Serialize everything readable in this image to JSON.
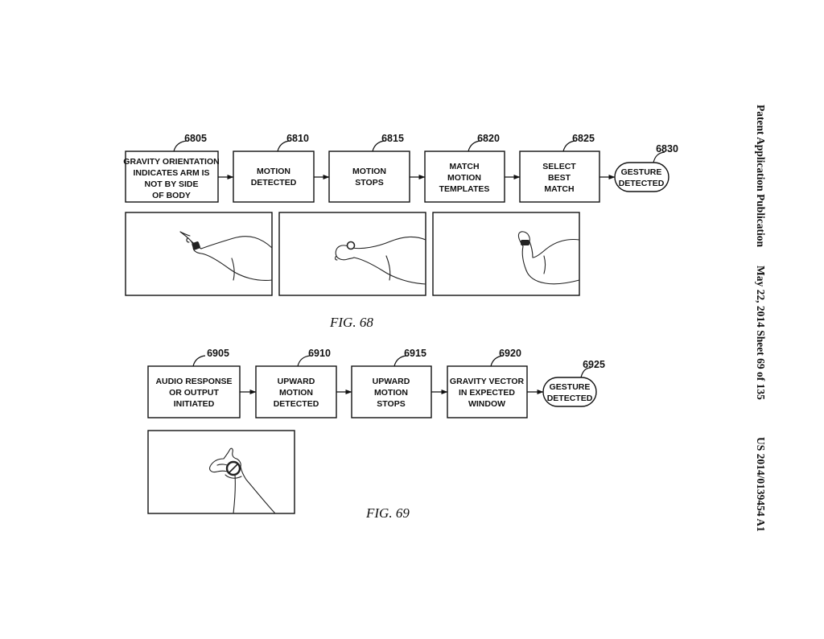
{
  "header": {
    "publication": "Patent Application Publication",
    "sheet": "May 22, 2014  Sheet 69 of 135",
    "number": "US 2014/0139454 A1"
  },
  "fig68": {
    "caption": "FIG.  68",
    "steps": [
      {
        "ref": "6805",
        "lines": [
          "GRAVITY ORIENTATION",
          "INDICATES ARM IS",
          "NOT BY SIDE",
          "OF BODY"
        ]
      },
      {
        "ref": "6810",
        "lines": [
          "MOTION",
          "DETECTED"
        ]
      },
      {
        "ref": "6815",
        "lines": [
          "MOTION",
          "STOPS"
        ]
      },
      {
        "ref": "6820",
        "lines": [
          "MATCH",
          "MOTION",
          "TEMPLATES"
        ]
      },
      {
        "ref": "6825",
        "lines": [
          "SELECT",
          "BEST",
          "MATCH"
        ]
      }
    ],
    "terminal": {
      "ref": "6830",
      "lines": [
        "GESTURE",
        "DETECTED"
      ]
    }
  },
  "fig69": {
    "caption": "FIG.  69",
    "steps": [
      {
        "ref": "6905",
        "lines": [
          "AUDIO RESPONSE",
          "OR OUTPUT",
          "INITIATED"
        ]
      },
      {
        "ref": "6910",
        "lines": [
          "UPWARD",
          "MOTION",
          "DETECTED"
        ]
      },
      {
        "ref": "6915",
        "lines": [
          "UPWARD",
          "MOTION",
          "STOPS"
        ]
      },
      {
        "ref": "6920",
        "lines": [
          "GRAVITY VECTOR",
          "IN EXPECTED",
          "WINDOW"
        ]
      }
    ],
    "terminal": {
      "ref": "6925",
      "lines": [
        "GESTURE",
        "DETECTED"
      ]
    }
  }
}
